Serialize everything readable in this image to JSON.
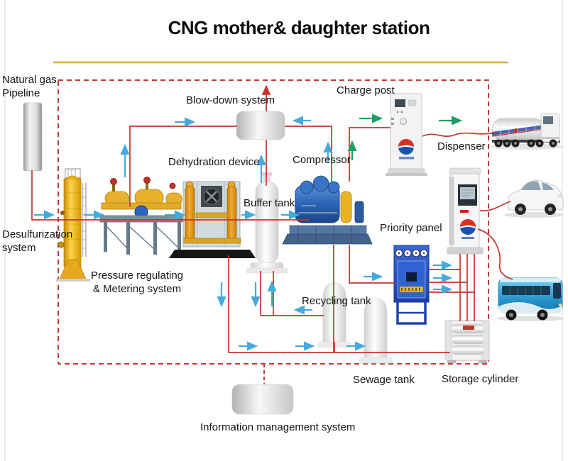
{
  "title": "CNG mother& daughter station",
  "labels": {
    "natural_gas_pipeline": "Natural gas Pipeline",
    "desulfurization_system": "Desulfurization system",
    "pressure_regulating": "Pressure regulating & Metering system",
    "dehydration_device": "Dehydration device",
    "blow_down_system": "Blow-down system",
    "buffer_tank": "Buffer tank",
    "compressor": "Compressor",
    "charge_post": "Charge post",
    "dispenser": "Dispenser",
    "priority_panel": "Priority panel",
    "recycling_tank": "Recycling tank",
    "sewage_tank": "Sewage tank",
    "storage_cylinder": "Storage cylinder",
    "information_management_system": "Information management system"
  },
  "colors": {
    "flow_line_red": "#c8342c",
    "boundary_dash_red": "#bf3a3a",
    "arrow_blue": "#45aadd",
    "arrow_green": "#1d9e62",
    "title_underline_gold": "#d9aa50"
  }
}
